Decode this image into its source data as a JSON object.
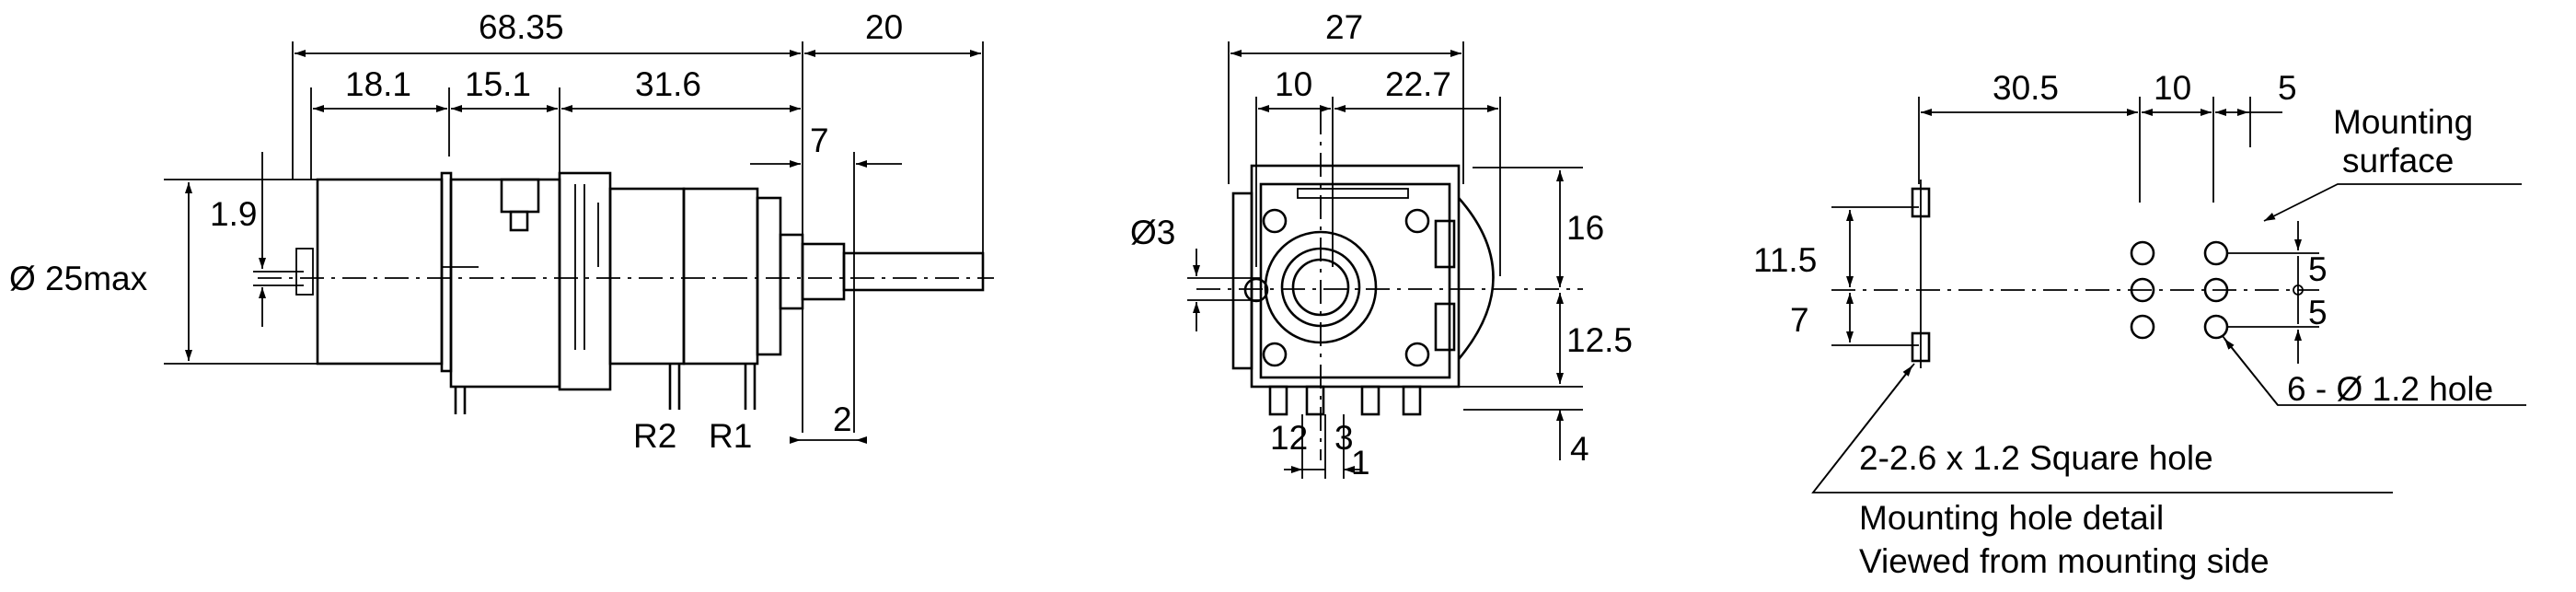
{
  "side_view": {
    "dim_overall": "68.35",
    "dim_shaft_len": "20",
    "dim_a": "18.1",
    "dim_b": "15.1",
    "dim_c": "31.6",
    "dim_d": "7",
    "dim_small": "1.9",
    "dim_diameter": "Ø 25max",
    "label_r2": "R2",
    "label_r1": "R1",
    "dim_e": "2"
  },
  "front_view": {
    "dim_width": "27",
    "dim_left": "10",
    "dim_right": "22.7",
    "dim_hole": "Ø3",
    "dim_upper": "16",
    "dim_lower": "12.5",
    "dim_pin_gap": "4",
    "dim_pitch": "12",
    "dim_pin_a": "3",
    "dim_pin_b": "1"
  },
  "hole_detail": {
    "dim_span": "30.5",
    "dim_mid": "10",
    "dim_edge": "5",
    "label_surface_1": "Mounting",
    "label_surface_2": "surface",
    "dim_upper": "11.5",
    "dim_lower": "7",
    "dim_pitch_a": "5",
    "dim_pitch_b": "5",
    "label_holes": "6 - Ø 1.2 hole",
    "label_square": "2-2.6 x 1.2 Square hole",
    "caption_1": "Mounting hole detail",
    "caption_2": "Viewed from mounting side"
  }
}
